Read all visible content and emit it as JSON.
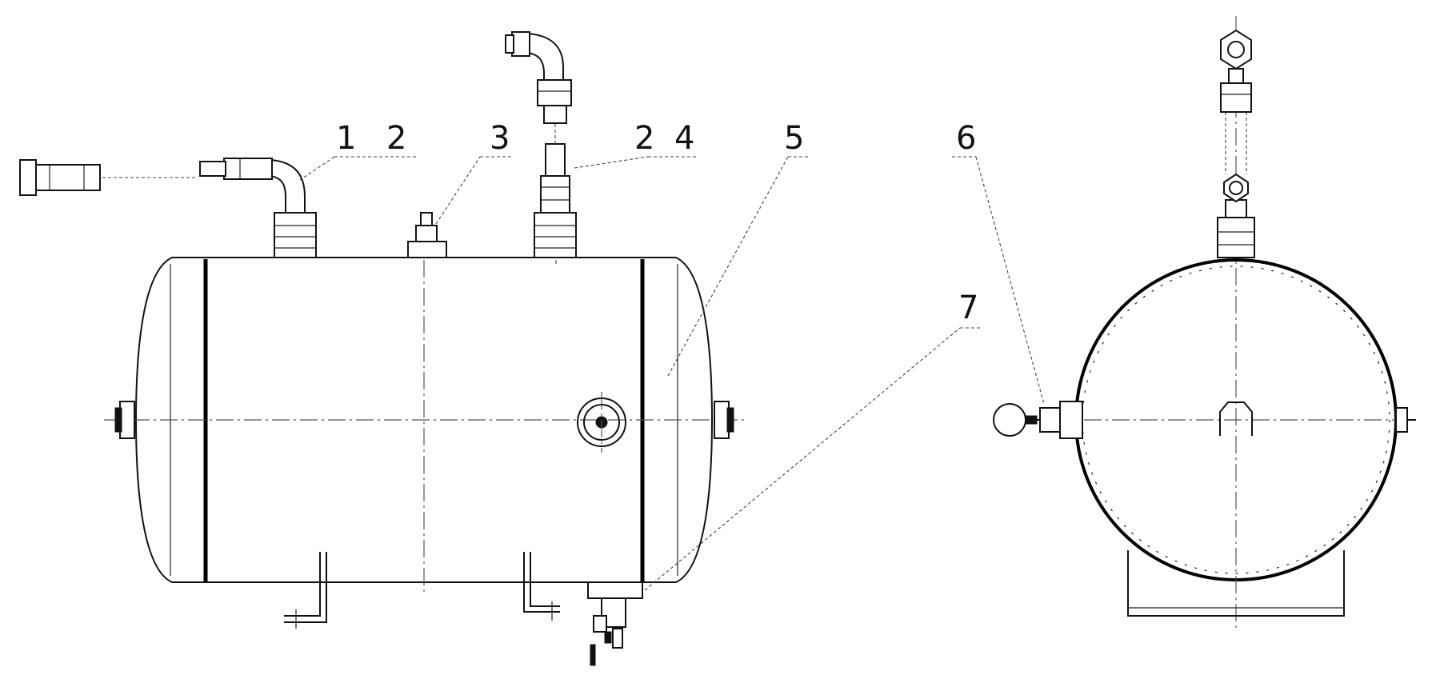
{
  "callouts": {
    "c1": "1",
    "c2a": "2",
    "c3": "3",
    "c2b": "2",
    "c4": "4",
    "c5": "5",
    "c6": "6",
    "c7": "7"
  }
}
